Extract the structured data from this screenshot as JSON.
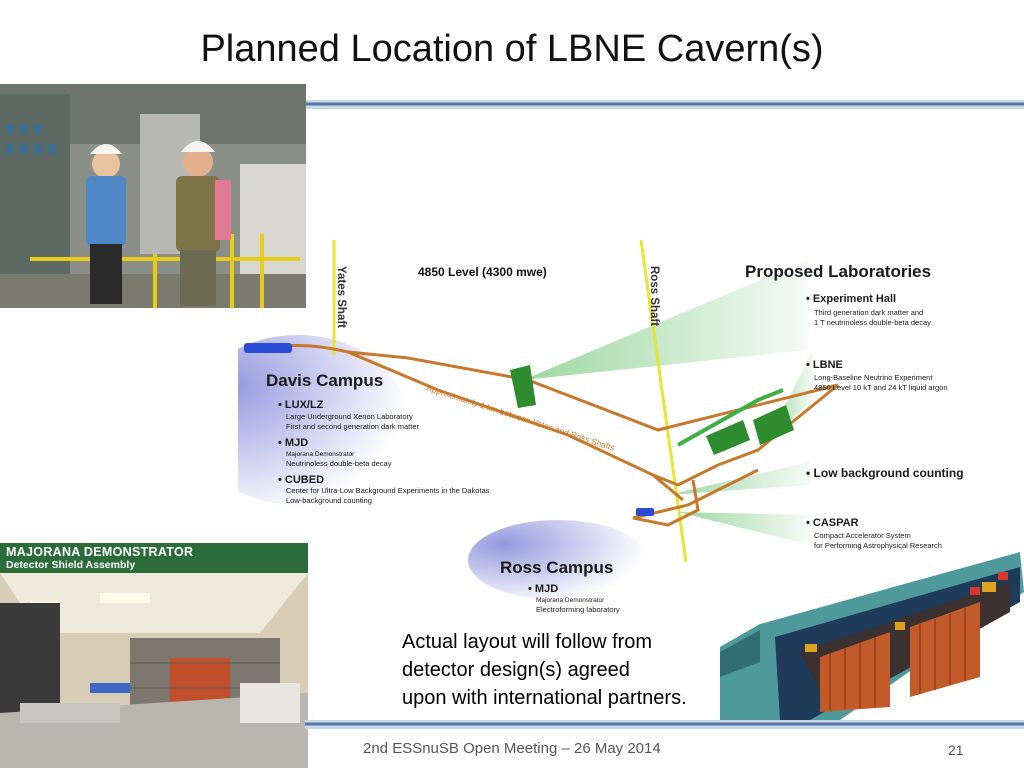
{
  "slide": {
    "title": "Planned Location of LBNE Cavern(s)",
    "footer": "2nd ESSnuSB Open Meeting – 26 May 2014",
    "page_number": "21"
  },
  "map": {
    "level": "4850 Level (4300 mwe)",
    "yates_shaft": "Yates Shaft",
    "ross_shaft": "Ross Shaft",
    "distance_note": "Approximately 1 km between Yates and Ross Shafts",
    "proposed": {
      "heading": "Proposed Laboratories",
      "items": [
        {
          "name": "Experiment Hall",
          "desc": [
            "Third generation dark matter and",
            "1 T neutrinoless double-beta decay"
          ]
        },
        {
          "name": "LBNE",
          "desc": [
            "Long-Baseline Neutrino Experiment",
            "4850 Level 10 kT and 24 kT liquid argon"
          ]
        },
        {
          "name": "Low background counting",
          "desc": []
        },
        {
          "name": "CASPAR",
          "desc": [
            "Compact Accelerator System",
            "for Performing Astrophysical Research"
          ]
        }
      ]
    },
    "davis": {
      "heading": "Davis Campus",
      "items": [
        {
          "name": "LUX/LZ",
          "desc": [
            "Large Underground Xenon Laboratory",
            "First and second generation dark matter"
          ]
        },
        {
          "name": "MJD",
          "desc": [
            "Majorana Demonstrator",
            "Neutrinoless double-beta decay"
          ]
        },
        {
          "name": "CUBED",
          "desc": [
            "Center for Ultra-Low Background Experiments in the Dakotas",
            "Low-background counting"
          ]
        }
      ]
    },
    "ross": {
      "heading": "Ross Campus",
      "items": [
        {
          "name": "MJD",
          "desc": [
            "Majorana Demonstrator",
            "Electroforming laboratory"
          ]
        }
      ]
    }
  },
  "photo2_banner": {
    "line1": "Majorana Demonstrator",
    "line2": "Detector Shield Assembly"
  },
  "caption": {
    "lines": [
      "Actual layout will follow from",
      "detector design(s) agreed",
      "upon with international partners."
    ]
  },
  "colors": {
    "rule_dark": "#5577a8",
    "rule_light": "#c9d6e8",
    "tunnel": "#c8782a",
    "shaft": "#e6e633",
    "cavern": "#2e8b2e",
    "banner": "#2c6b3a"
  }
}
